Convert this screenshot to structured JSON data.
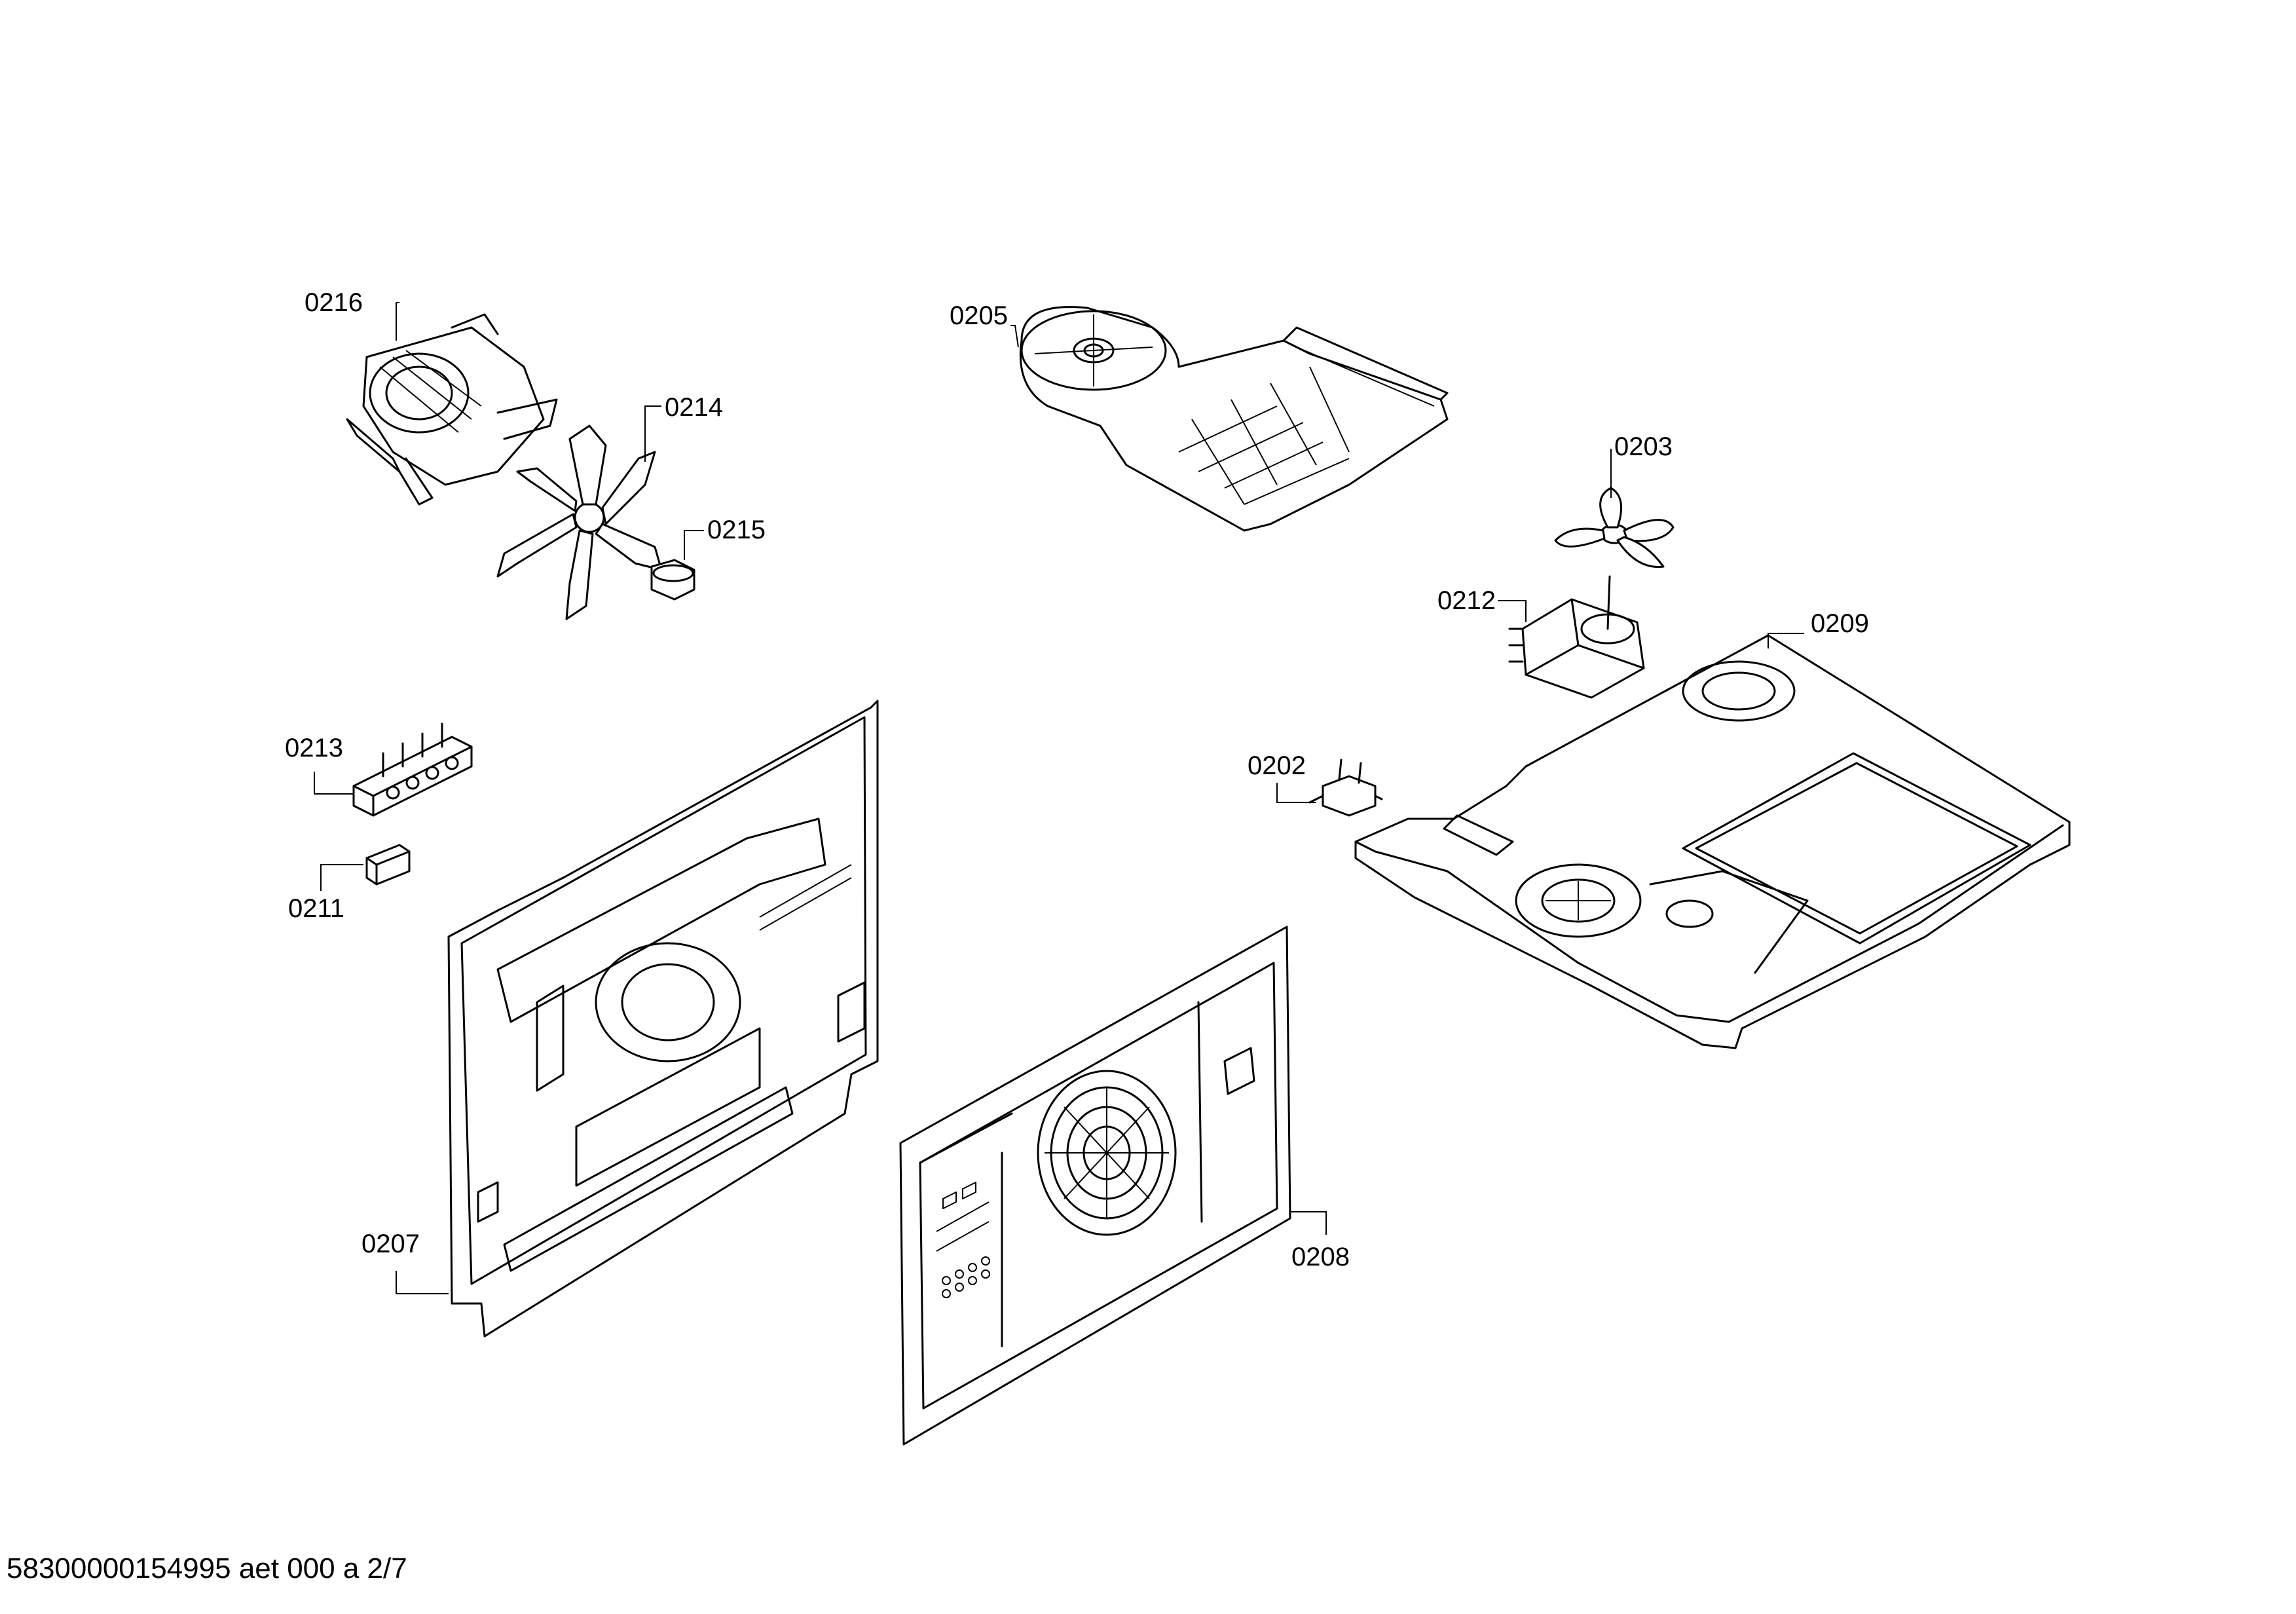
{
  "parts": [
    {
      "id": "p0216",
      "number": "0216"
    },
    {
      "id": "p0214",
      "number": "0214"
    },
    {
      "id": "p0215",
      "number": "0215"
    },
    {
      "id": "p0205",
      "number": "0205"
    },
    {
      "id": "p0203",
      "number": "0203"
    },
    {
      "id": "p0212",
      "number": "0212"
    },
    {
      "id": "p0209",
      "number": "0209"
    },
    {
      "id": "p0202",
      "number": "0202"
    },
    {
      "id": "p0213",
      "number": "0213"
    },
    {
      "id": "p0211",
      "number": "0211"
    },
    {
      "id": "p0207",
      "number": "0207"
    },
    {
      "id": "p0208",
      "number": "0208"
    }
  ],
  "footer": {
    "document_code": "58300000154995 aet 000 a 2/7"
  }
}
